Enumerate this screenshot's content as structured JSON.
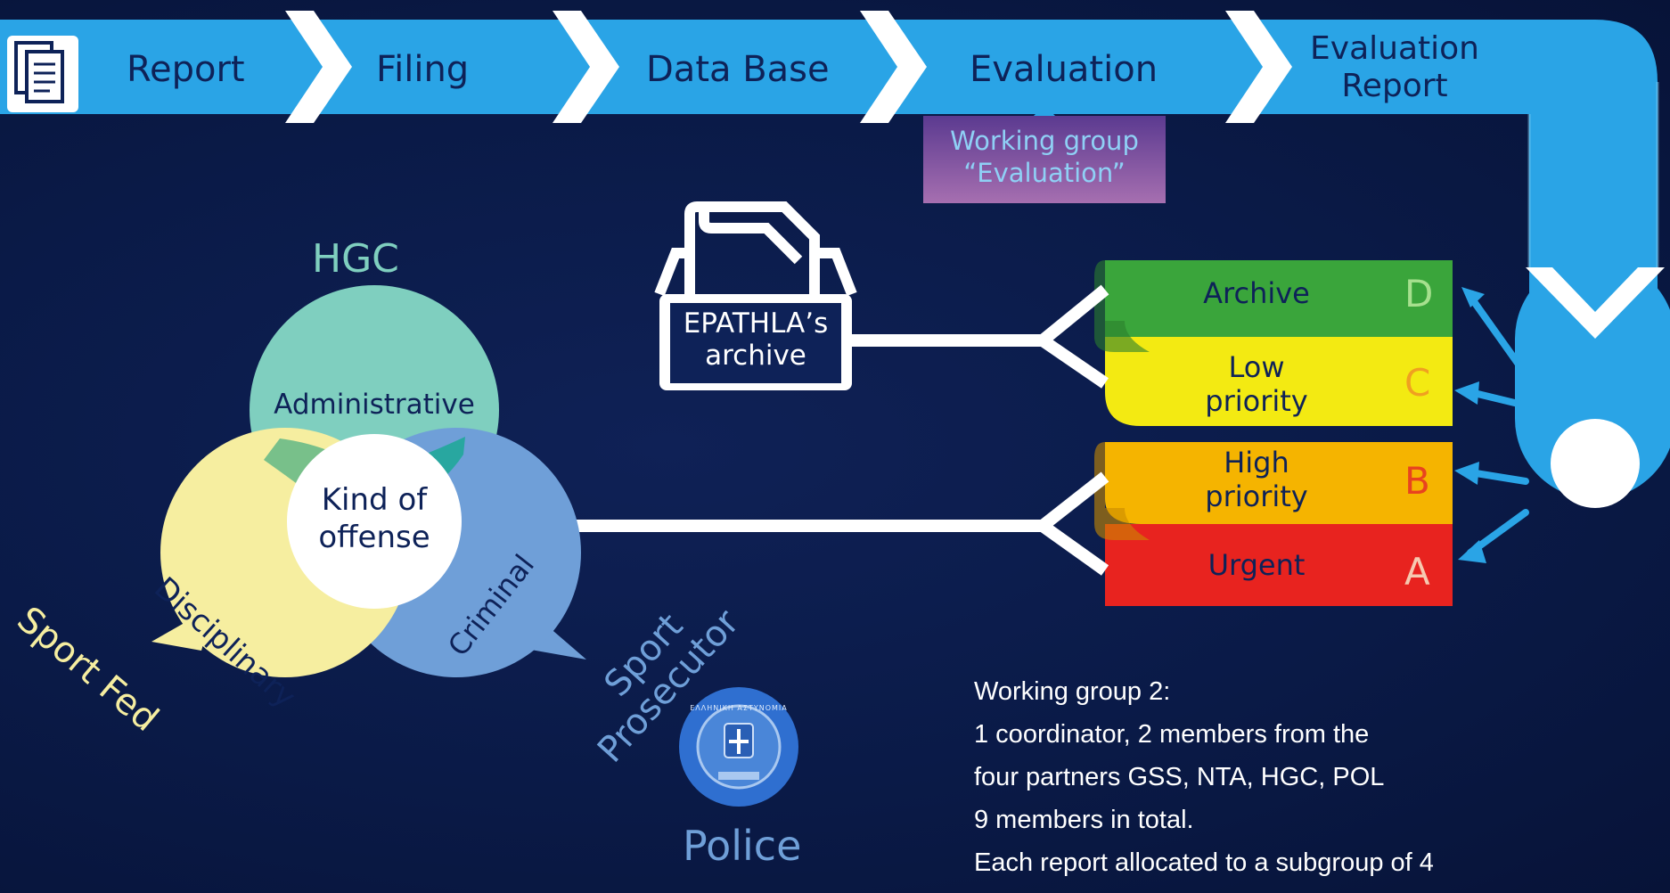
{
  "pipeline": {
    "steps": [
      "Report",
      "Filing",
      "Data Base",
      "Evaluation"
    ],
    "final_step": [
      "Evaluation",
      "Report"
    ],
    "working_group": [
      "Working group",
      "“Evaluation”"
    ]
  },
  "archive": {
    "lines": [
      "EPATHLA’s",
      "archive"
    ]
  },
  "priorities": [
    {
      "label": [
        "Archive"
      ],
      "letter": "D",
      "color": "#3aa53b"
    },
    {
      "label": [
        "Low",
        "priority"
      ],
      "letter": "C",
      "color": "#f3ea12"
    },
    {
      "label": [
        "High",
        "priority"
      ],
      "letter": "B",
      "color": "#f5b400"
    },
    {
      "label": [
        "Urgent"
      ],
      "letter": "A",
      "color": "#e8231f"
    }
  ],
  "offense": {
    "center": [
      "Kind of",
      "offense"
    ],
    "administrative": "Administrative",
    "disciplinary": "Disciplinary",
    "criminal": "Criminal"
  },
  "authorities": {
    "hgc": "HGC",
    "sport_fed": "Sport Fed",
    "sport_prosecutor": [
      "Sport",
      "Prosecutor"
    ],
    "police": "Police",
    "police_badge": "ΕΛΛΗΝΙΚΗ ΑΣΤΥΝΟΜΙΑ"
  },
  "note": {
    "lines": [
      "Working group 2:",
      "1 coordinator, 2 members from the",
      "four partners GSS, NTA, HGC, POL",
      "9 members in total.",
      "Each report allocated to a subgroup of 4"
    ]
  },
  "colors": {
    "background": "#0a1a47",
    "pipe": "#2aa4e6",
    "working_group_box": "#7a4a9e",
    "administrative": "#7fcfbf",
    "disciplinary": "#f6eea0",
    "criminal": "#6f9fd8"
  },
  "icons": [
    "document-icon",
    "archive-box-icon",
    "police-badge-icon"
  ]
}
